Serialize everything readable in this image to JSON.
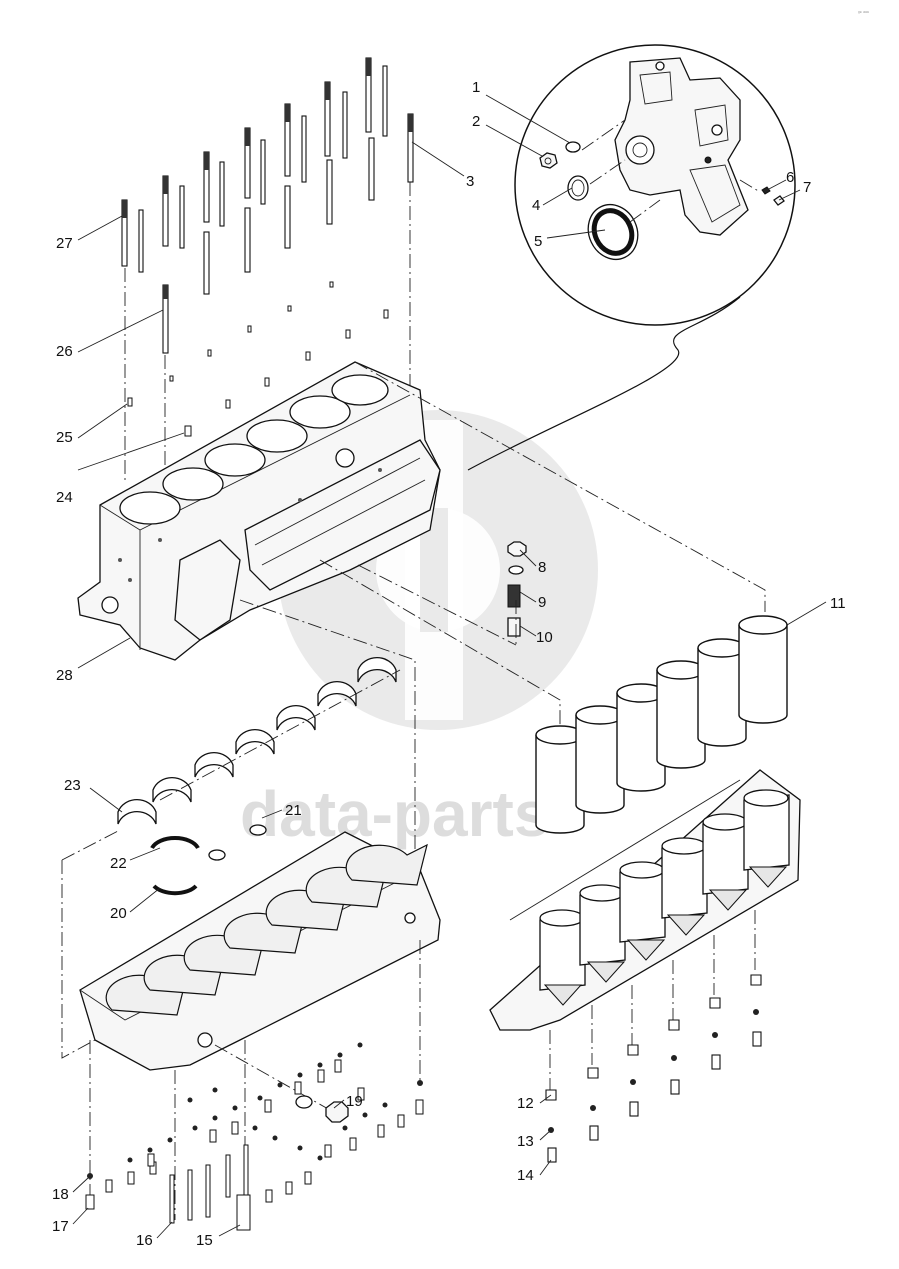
{
  "watermark": {
    "text": "data-parts",
    "color": "#d8d8d8"
  },
  "corner_mark": "ᵍᵉ ᵃᵃᵃ",
  "callouts": {
    "c1": "1",
    "c2": "2",
    "c3": "3",
    "c4": "4",
    "c5": "5",
    "c6": "6",
    "c7": "7",
    "c8": "8",
    "c9": "9",
    "c10": "10",
    "c11": "11",
    "c12": "12",
    "c13": "13",
    "c14": "14",
    "c15": "15",
    "c16": "16",
    "c17": "17",
    "c18": "18",
    "c19": "19",
    "c20": "20",
    "c21": "21",
    "c22": "22",
    "c23": "23",
    "c24": "24",
    "c25": "25",
    "c26": "26",
    "c27": "27",
    "c28": "28"
  }
}
